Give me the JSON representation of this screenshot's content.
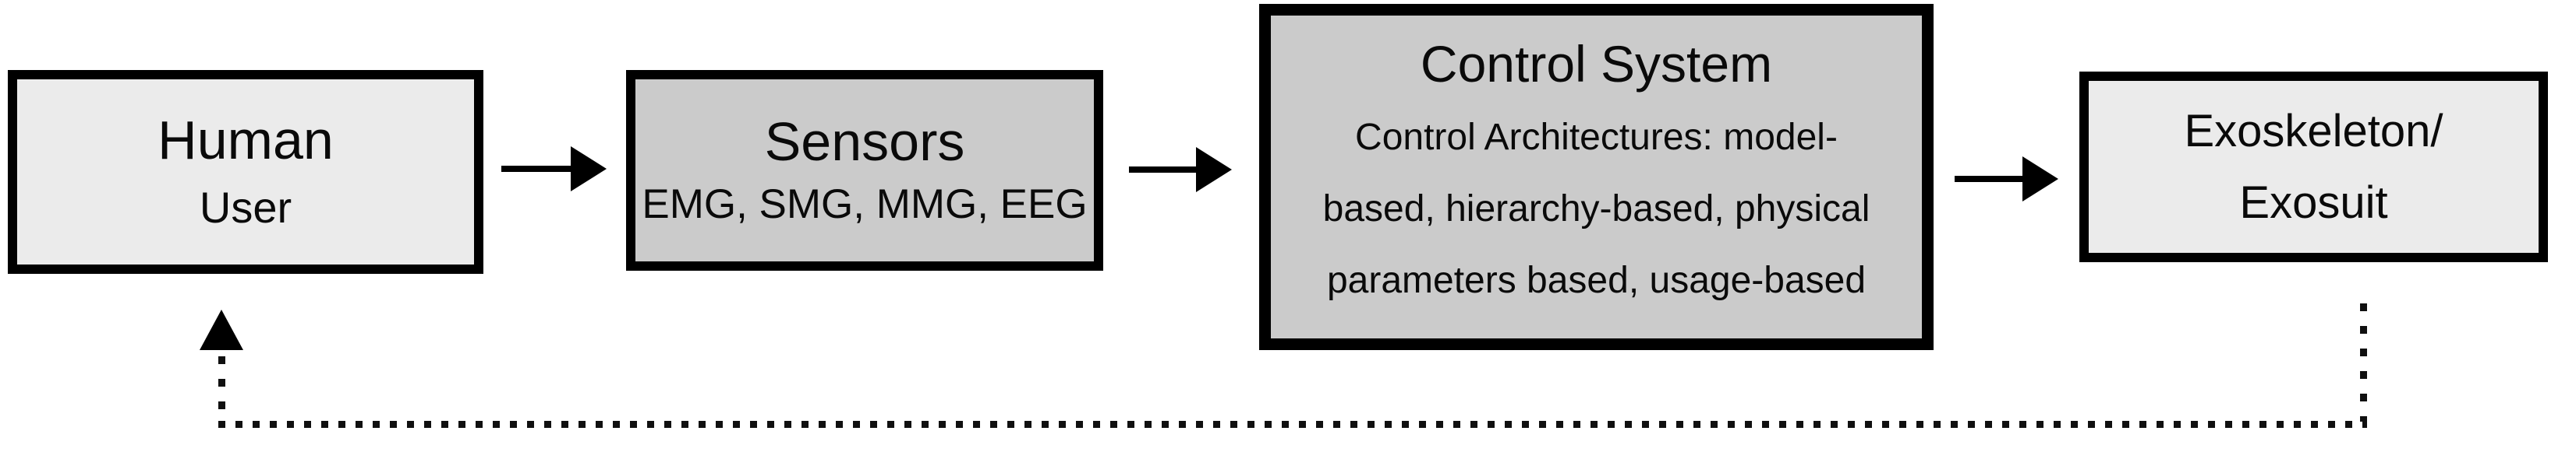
{
  "diagram": {
    "background": "#ffffff",
    "boxes": {
      "human": {
        "title": "Human",
        "subtitle": "User",
        "fill": "#ebebeb",
        "border": "#000000"
      },
      "sensors": {
        "title": "Sensors",
        "subtitle": "EMG, SMG, MMG, EEG",
        "fill": "#cbcbcb",
        "border": "#000000"
      },
      "control": {
        "title": "Control System",
        "body_lines": [
          "Control Architectures: model-",
          "based, hierarchy-based, physical",
          "parameters based, usage-based"
        ],
        "fill": "#cbcbcb",
        "border": "#000000"
      },
      "exoskeleton": {
        "line1": "Exoskeleton/",
        "line2": "Exosuit",
        "fill": "#ebebeb",
        "border": "#000000"
      }
    },
    "connections": {
      "forward_arrow_color": "#000000",
      "feedback_color": "#101010",
      "feedback_style": "dotted"
    }
  }
}
